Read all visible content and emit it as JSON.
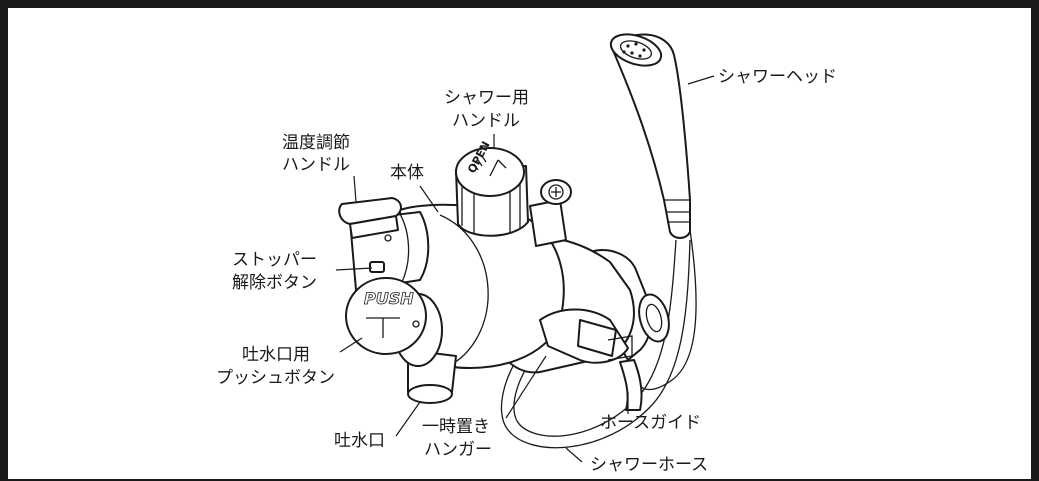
{
  "labels": {
    "temp_handle": [
      "温度調節",
      "ハンドル"
    ],
    "body": "本体",
    "shower_handle": [
      "シャワー用",
      "ハンドル"
    ],
    "shower_head": "シャワーヘッド",
    "stopper_button": [
      "ストッパー",
      "解除ボタン"
    ],
    "push_button": [
      "吐水口用",
      "プッシュボタン"
    ],
    "spout": "吐水口",
    "hanger": [
      "一時置き",
      "ハンガー"
    ],
    "hose_guide": "ホースガイド",
    "shower_hose": "シャワーホース"
  },
  "part_marks": {
    "push": "PUSH",
    "open": "OPEN"
  }
}
